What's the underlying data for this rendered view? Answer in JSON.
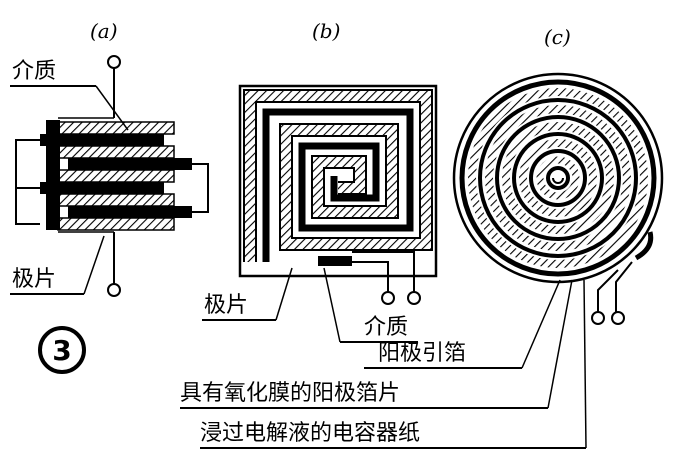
{
  "panels": {
    "a": {
      "label": "(a)"
    },
    "b": {
      "label": "(b)"
    },
    "c": {
      "label": "(c)"
    }
  },
  "labels": {
    "dielectric_a": "介质",
    "plate_a": "极片",
    "plate_b": "极片",
    "dielectric_b": "介质",
    "anode_lead": "阳极引箔",
    "oxide_foil": "具有氧化膜的阳极箔片",
    "paper": "浸过电解液的电容器纸"
  },
  "figure_number": "3"
}
